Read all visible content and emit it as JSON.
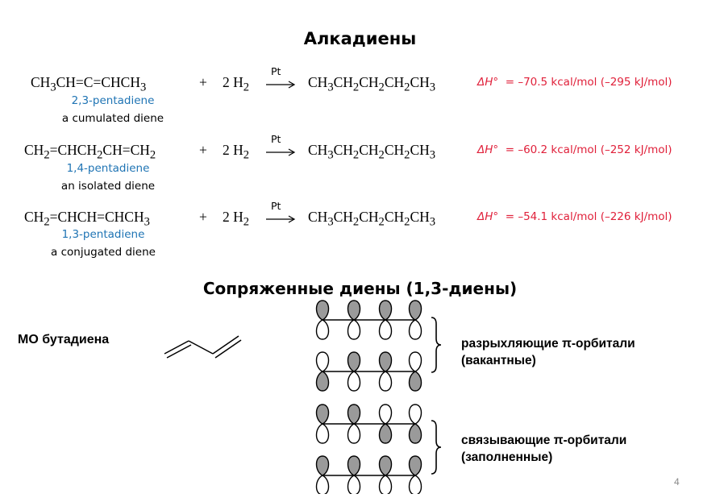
{
  "slide": {
    "title": "Алкадиены",
    "subtitle": "Сопряженные диены (1,3-диены)",
    "page_number": "4"
  },
  "reactions": [
    {
      "reactant": [
        "CH",
        "3",
        "CH",
        "=",
        "C",
        "=",
        "CHCH",
        "3"
      ],
      "plus": "+",
      "reagent_coef": "2 H",
      "reagent_sub": "2",
      "catalyst": "Pt",
      "product": "CH3CH2CH2CH2CH3",
      "dh_symbol": "ΔH°",
      "dh_value": "= –70.5 kcal/mol (–295 kJ/mol)",
      "name": "2,3-pentadiene",
      "type": "a cumulated diene"
    },
    {
      "reactant": [
        "CH",
        "2",
        "=",
        "CHCH",
        "2",
        "CH",
        "=",
        "CH",
        "2"
      ],
      "plus": "+",
      "reagent_coef": "2 H",
      "reagent_sub": "2",
      "catalyst": "Pt",
      "product": "CH3CH2CH2CH2CH3",
      "dh_symbol": "ΔH°",
      "dh_value": "= –60.2 kcal/mol (–252 kJ/mol)",
      "name": "1,4-pentadiene",
      "type": "an isolated diene"
    },
    {
      "reactant": [
        "CH",
        "2",
        "=",
        "CHCH",
        "=",
        "CHCH",
        "3"
      ],
      "plus": "+",
      "reagent_coef": "2 H",
      "reagent_sub": "2",
      "catalyst": "Pt",
      "product": "CH3CH2CH2CH2CH3",
      "dh_symbol": "ΔH°",
      "dh_value": "= –54.1 kcal/mol (–226 kJ/mol)",
      "name": "1,3-pentadiene",
      "type": "a conjugated diene"
    }
  ],
  "mo": {
    "label": "МО бутадиена",
    "antibonding_line1": "разрыхляющие π-орбитали",
    "antibonding_line2": "(вакантные)",
    "bonding_line1": "связывающие π-орбитали",
    "bonding_line2": "(заполненные)",
    "lobe_colors": {
      "shaded": "#9a9a9a",
      "open": "#ffffff"
    }
  }
}
